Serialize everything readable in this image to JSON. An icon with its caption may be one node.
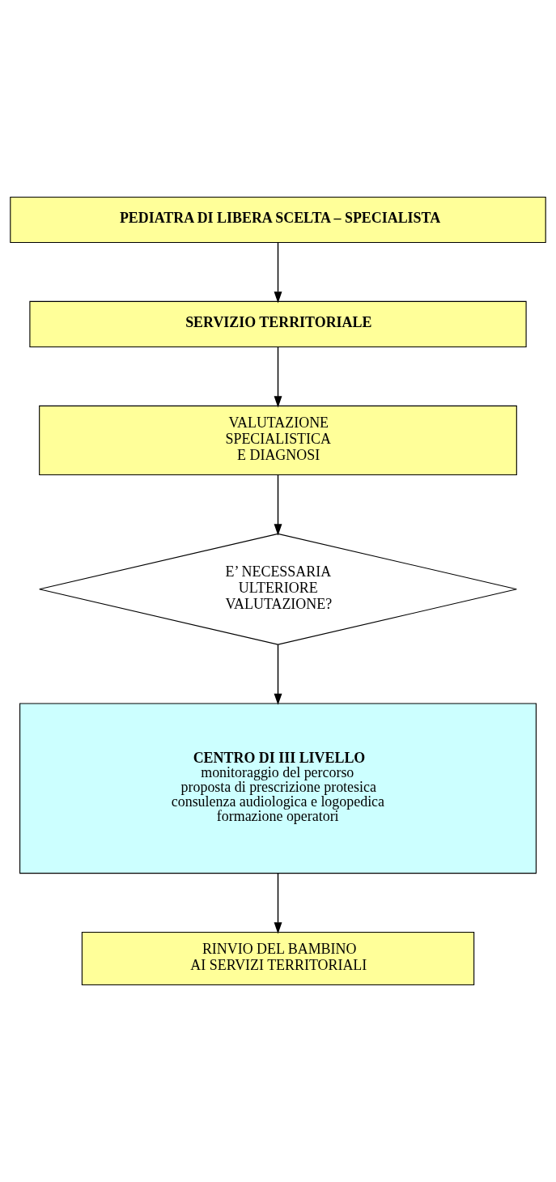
{
  "diagram": {
    "nodes": [
      {
        "text": [
          "PEDIATRA DI LIBERA SCELTA – SPECIALISTA"
        ]
      },
      {
        "text": [
          "SERVIZIO TERRITORIALE"
        ]
      },
      {
        "text": [
          "VALUTAZIONE SPECIALISTICA E DIAGNOSI"
        ]
      },
      {
        "text": [
          "E’ NECESSARIA ULTERIORE VALUTAZIONE?"
        ]
      },
      {
        "text": [
          "CENTRO DI III LIVELLO",
          "monitoraggio del percorso",
          "proposta di prescrizione protesica",
          "consulenza audiologica e logopedica",
          "formazione operatori"
        ]
      },
      {
        "text": [
          "RINVIO DEL BAMBINO AI SERVIZI TERRITORIALI"
        ]
      }
    ],
    "edges": [
      {
        "from": 0,
        "to": 1,
        "arrow": "to"
      },
      {
        "from": 1,
        "to": 2,
        "arrow": "to"
      },
      {
        "from": 2,
        "to": 3,
        "arrow": "to"
      },
      {
        "from": 3,
        "to": 4,
        "arrow": "to"
      },
      {
        "from": 4,
        "to": 5,
        "arrow": "to"
      }
    ]
  }
}
